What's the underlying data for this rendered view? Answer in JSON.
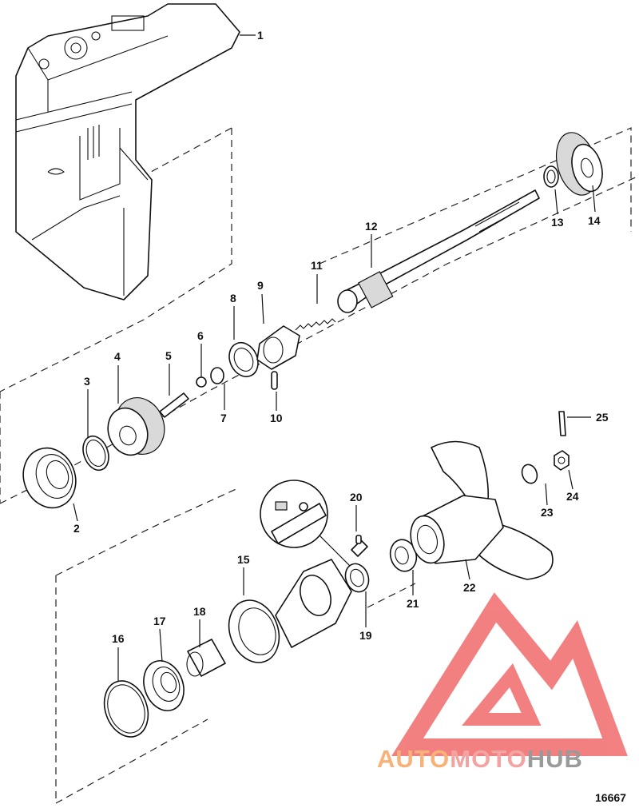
{
  "figure_number": "16667",
  "callouts": [
    "1",
    "2",
    "3",
    "4",
    "5",
    "6",
    "7",
    "8",
    "9",
    "10",
    "11",
    "12",
    "13",
    "14",
    "15",
    "16",
    "17",
    "18",
    "19",
    "20",
    "21",
    "22",
    "23",
    "24",
    "25"
  ],
  "watermark": {
    "part1": "AUTO",
    "part2": "MOTO",
    "part3": "HUB",
    "color_auto": "#f7b27a",
    "color_moto": "#f4a3a3",
    "color_hub": "#9a9a9a",
    "logo_color": "#f26b6b"
  }
}
